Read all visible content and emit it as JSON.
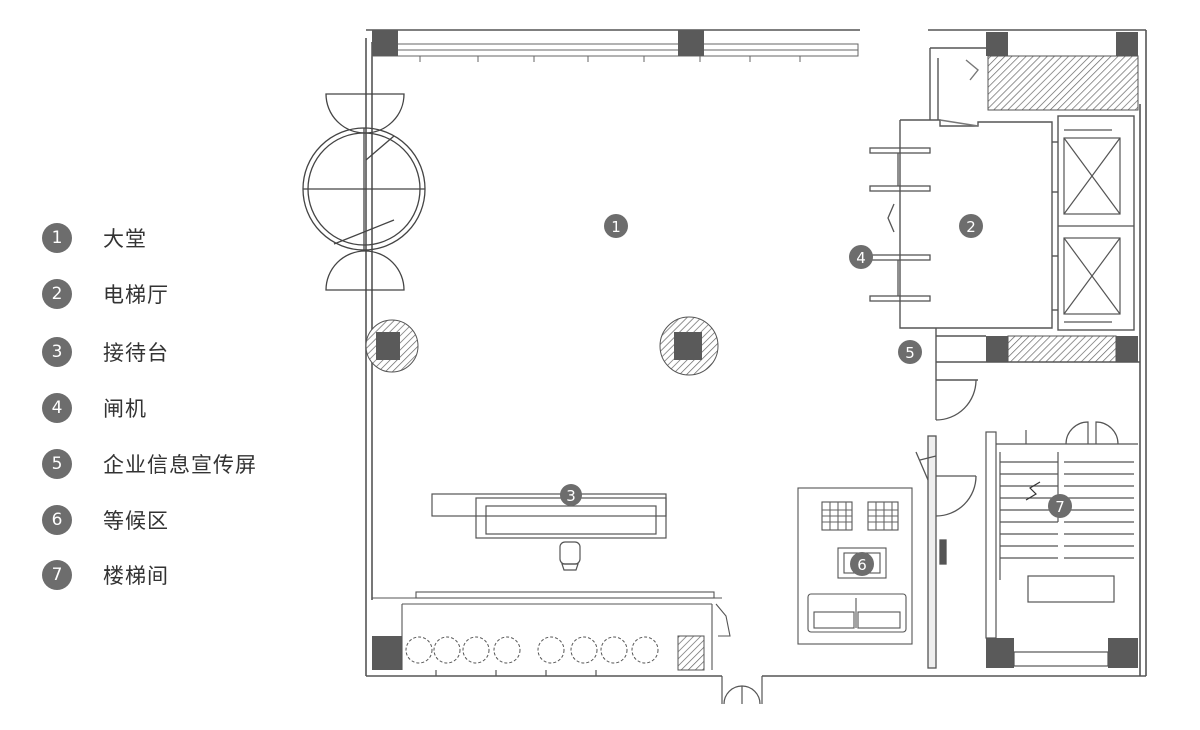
{
  "legend": [
    {
      "num": "1",
      "label": "大堂"
    },
    {
      "num": "2",
      "label": "电梯厅"
    },
    {
      "num": "3",
      "label": "接待台"
    },
    {
      "num": "4",
      "label": "闸机"
    },
    {
      "num": "5",
      "label": "企业信息宣传屏"
    },
    {
      "num": "6",
      "label": "等候区"
    },
    {
      "num": "7",
      "label": "楼梯间"
    }
  ],
  "map_markers": [
    "1",
    "2",
    "3",
    "4",
    "5",
    "6",
    "7"
  ],
  "colors": {
    "badge": "#6d6d6d",
    "wall": "#555555",
    "line": "#7a7a7a",
    "column": "#5a5a5a",
    "text": "#333333"
  }
}
